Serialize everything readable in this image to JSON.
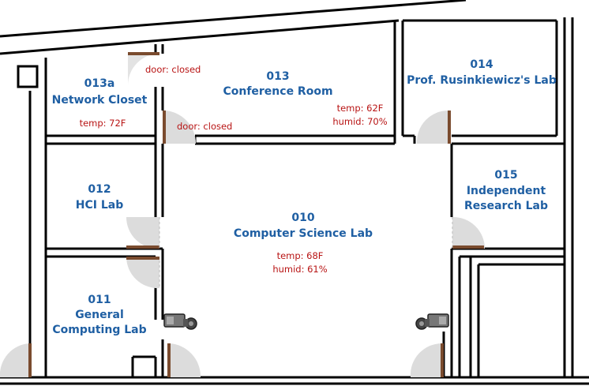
{
  "colors": {
    "wall": "#000000",
    "room_label": "#1f5fa3",
    "status_text": "#b81414",
    "door": "#7a4b2e",
    "door_swing": "#dcdcdc"
  },
  "rooms": {
    "r013a": {
      "number": "013a",
      "name": "Network Closet",
      "temp": "temp: 72F"
    },
    "r013": {
      "number": "013",
      "name": "Conference Room",
      "temp": "temp: 62F",
      "humid": "humid: 70%"
    },
    "r014": {
      "number": "014",
      "name": "Prof. Rusinkiewicz's Lab"
    },
    "r012": {
      "number": "012",
      "name": "HCI Lab"
    },
    "r010": {
      "number": "010",
      "name": "Computer Science Lab",
      "temp": "temp: 68F",
      "humid": "humid: 61%"
    },
    "r015": {
      "number": "015",
      "name_line1": "Independent",
      "name_line2": "Research Lab"
    },
    "r011": {
      "number": "011",
      "name_line1": "General",
      "name_line2": "Computing Lab"
    }
  },
  "doors": {
    "closet_door": "door: closed",
    "conference_door": "door: closed"
  },
  "icons": {
    "camera_left": "security-camera-icon",
    "camera_right": "security-camera-icon"
  }
}
